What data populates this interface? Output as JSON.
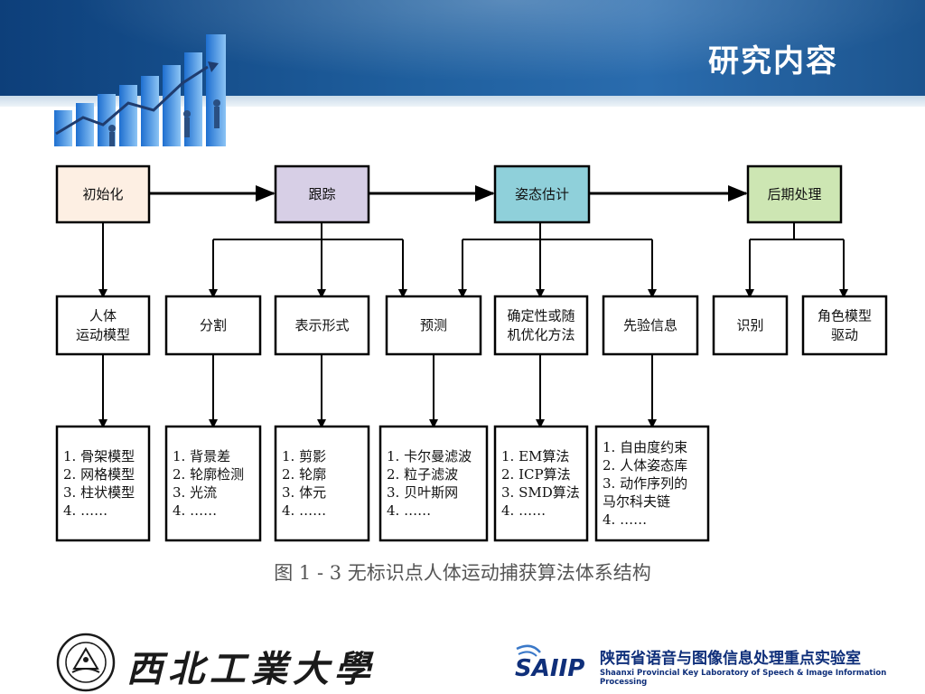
{
  "header": {
    "title": "研究内容"
  },
  "diagram": {
    "stages": [
      {
        "label": "初始化",
        "fill": "#fdefe3"
      },
      {
        "label": "跟踪",
        "fill": "#d7cfe6"
      },
      {
        "label": "姿态估计",
        "fill": "#8fd0da"
      },
      {
        "label": "后期处理",
        "fill": "#cde6b3"
      }
    ],
    "modules": [
      {
        "lines": [
          "人体",
          "运动模型"
        ]
      },
      {
        "lines": [
          "分割"
        ]
      },
      {
        "lines": [
          "表示形式"
        ]
      },
      {
        "lines": [
          "预测"
        ]
      },
      {
        "lines": [
          "确定性或随",
          "机优化方法"
        ]
      },
      {
        "lines": [
          "先验信息"
        ]
      },
      {
        "lines": [
          "识别"
        ]
      },
      {
        "lines": [
          "角色模型",
          "驱动"
        ]
      }
    ],
    "details": [
      {
        "lines": [
          "1. 骨架模型",
          "2. 网格模型",
          "3. 柱状模型",
          "4. ……"
        ]
      },
      {
        "lines": [
          "1. 背景差",
          "2. 轮廓检测",
          "3. 光流",
          "4. ……"
        ]
      },
      {
        "lines": [
          "1. 剪影",
          "2. 轮廓",
          "3. 体元",
          "4. ……"
        ]
      },
      {
        "lines": [
          "1. 卡尔曼滤波",
          "2. 粒子滤波",
          "3. 贝叶斯网",
          "4. ……"
        ]
      },
      {
        "lines": [
          "1. EM算法",
          "2. ICP算法",
          "3. SMD算法",
          "4. ……"
        ]
      },
      {
        "lines": [
          "1. 自由度约束",
          "2. 人体姿态库",
          "3. 动作序列的",
          "马尔科夫链",
          "4. ……"
        ]
      }
    ],
    "caption": "图 1 - 3  无标识点人体运动捕获算法体系结构"
  },
  "footer": {
    "university_name": "西北工業大學",
    "lab_logo_text": "SAIIP",
    "lab_name_cn": "陕西省语音与图像信息处理重点实验室",
    "lab_name_en": "Shaanxi Provincial Key Laboratory of Speech & Image Information Processing"
  },
  "colors": {
    "header_blue": "#1f5f9e",
    "lab_blue": "#0f2f7a",
    "line": "#000000"
  }
}
